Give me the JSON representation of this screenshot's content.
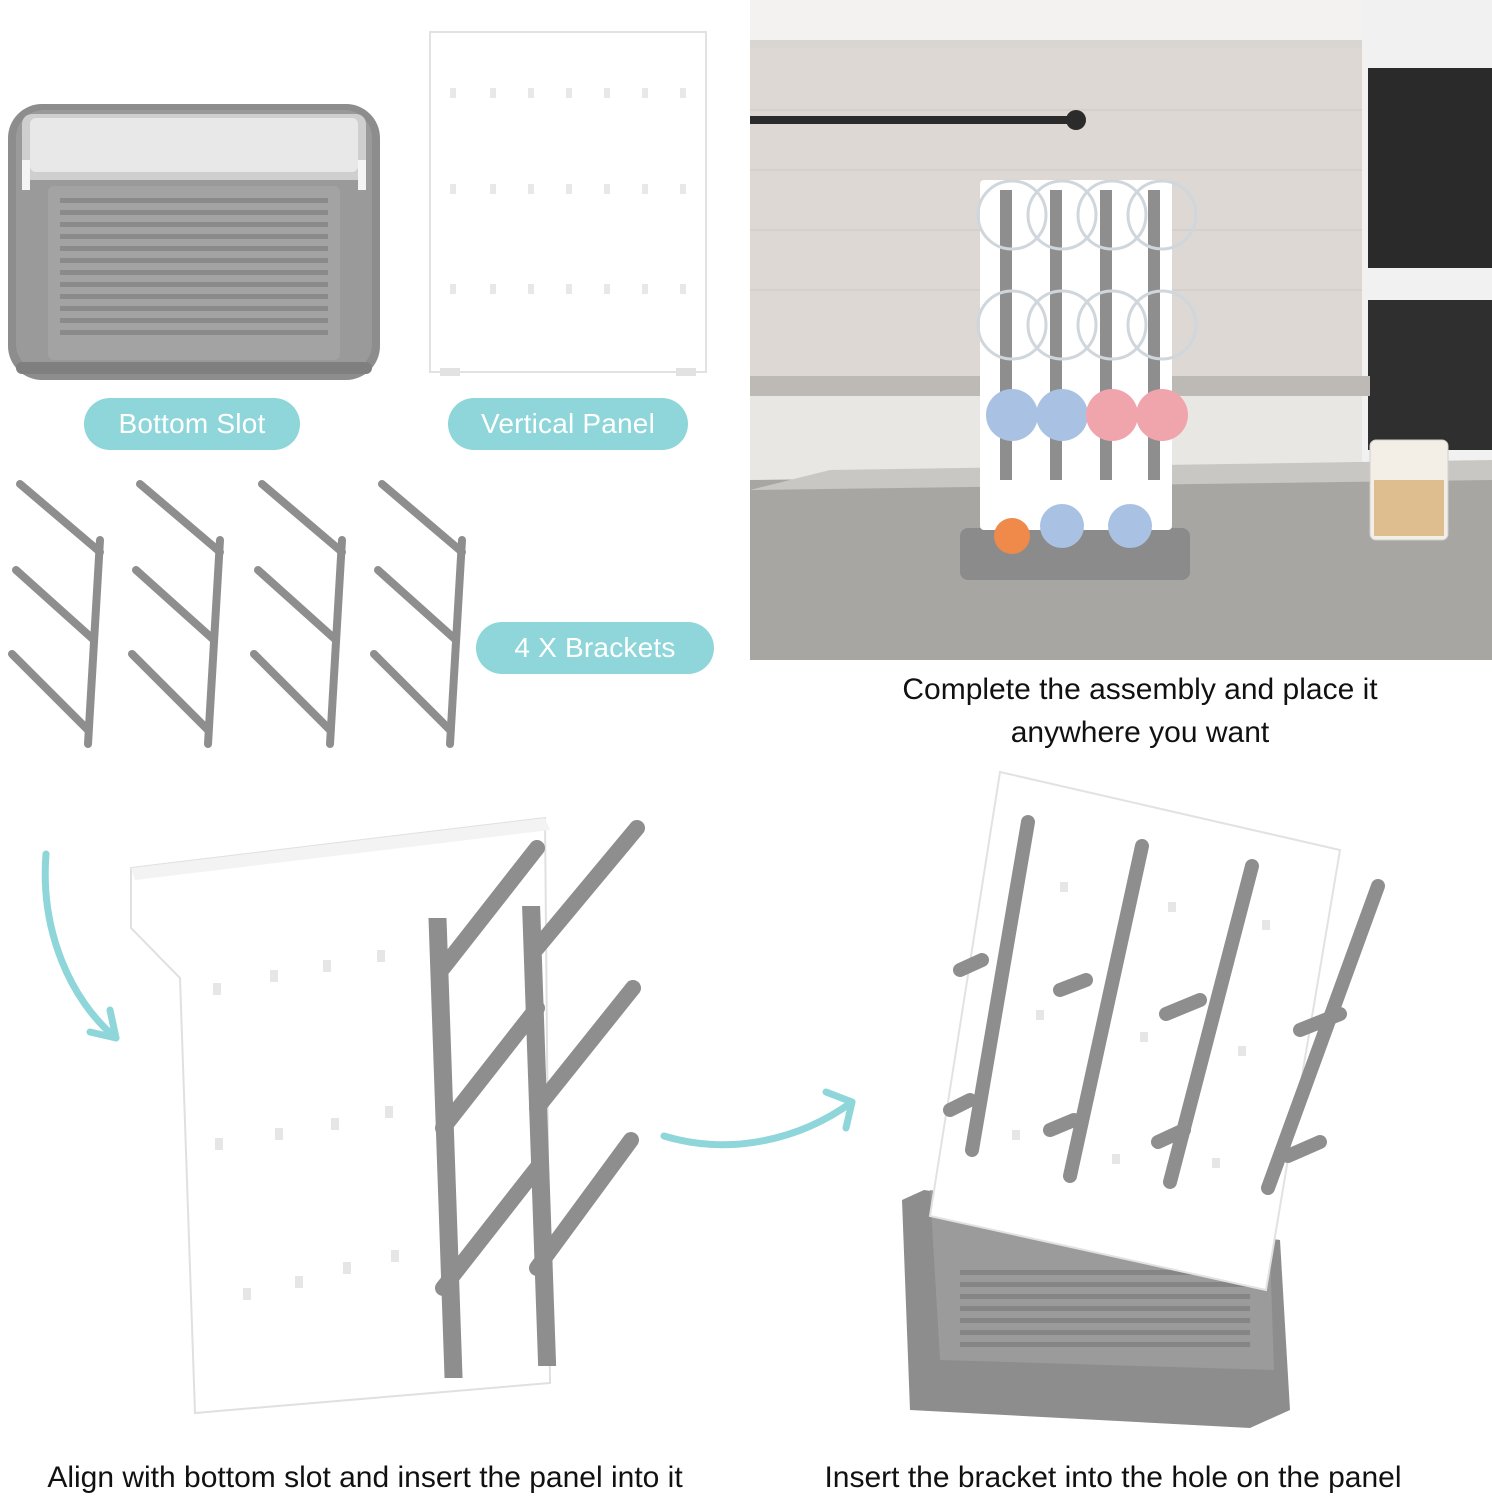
{
  "labels": {
    "bottom_slot": "Bottom Slot",
    "vertical_panel": "Vertical Panel",
    "brackets": "4 X Brackets"
  },
  "captions": {
    "complete_line1": "Complete the assembly and place it",
    "complete_line2": "anywhere you want",
    "align": "Align with bottom slot and insert the panel into it",
    "insert": "Insert the bracket into the hole on the panel"
  },
  "colors": {
    "pill": "#8ed6d9",
    "arrow": "#8ed6d9",
    "plastic_gray": "#8e8e8e",
    "panel_white": "#ffffff"
  },
  "icons": [
    "curved-arrow-down-icon",
    "curved-arrow-right-icon"
  ]
}
